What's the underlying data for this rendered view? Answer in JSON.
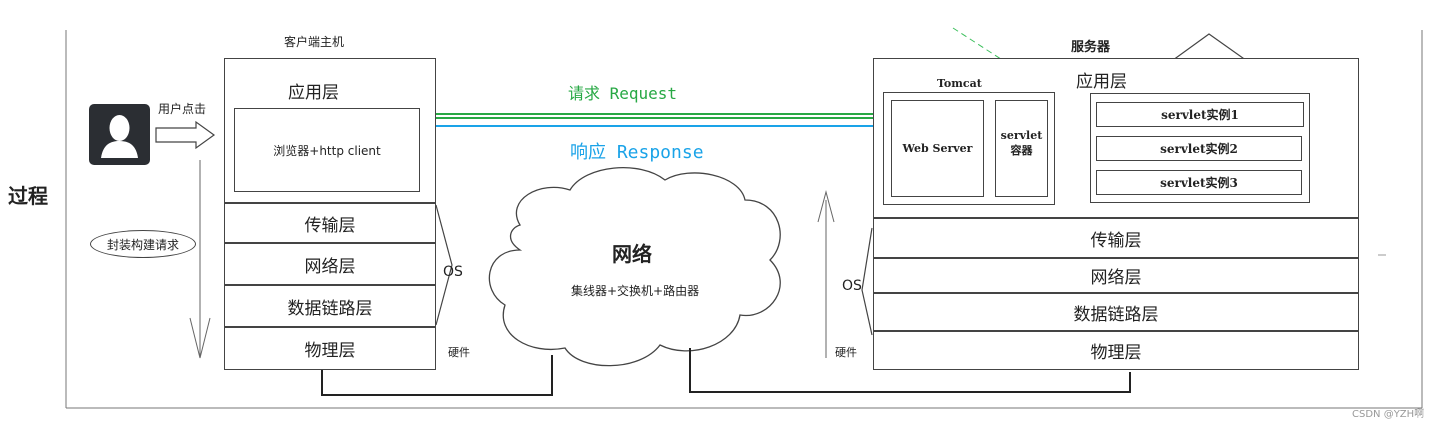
{
  "process_label": "过程",
  "client": {
    "title": "客户端主机",
    "app_layer": "应用层",
    "browser": "浏览器+http client",
    "layers": [
      "传输层",
      "网络层",
      "数据链路层",
      "物理层"
    ],
    "user_click": "用户点击",
    "encapsulate": "封装构建请求",
    "os": "OS",
    "hardware": "硬件"
  },
  "network": {
    "title": "网络",
    "devices": "集线器+交换机+路由器"
  },
  "request_label": "请求 Request",
  "response_label": "响应 Response",
  "server": {
    "title": "服务器",
    "app_layer": "应用层",
    "tomcat": "Tomcat",
    "web_server": "Web Server",
    "servlet_container_line1": "servlet",
    "servlet_container_line2": "容器",
    "instances": [
      "servlet实例1",
      "servlet实例2",
      "servlet实例3"
    ],
    "layers": [
      "传输层",
      "网络层",
      "数据链路层",
      "物理层"
    ],
    "os": "OS",
    "hardware": "硬件"
  },
  "watermark": "CSDN @YZH啊",
  "colors": {
    "request": "#27a844",
    "response": "#1aa3e8",
    "line": "#444444"
  }
}
